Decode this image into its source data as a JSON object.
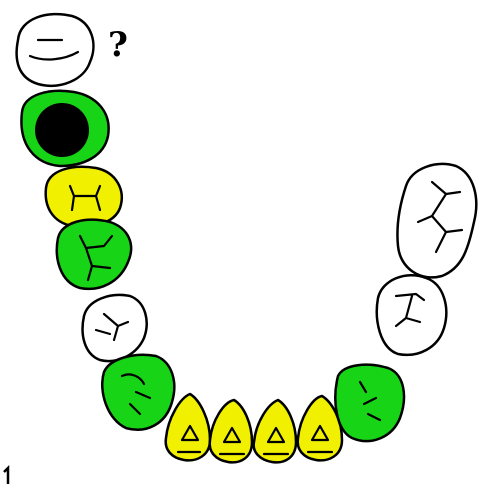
{
  "annotation": {
    "uncertain_mark": "?"
  },
  "colors": {
    "green": "#17d417",
    "yellow": "#f0f000",
    "white": "#ffffff",
    "outline": "#000000",
    "filling": "#000000"
  },
  "teeth": [
    {
      "id": "upper-left-molar-top",
      "status": "white"
    },
    {
      "id": "left-molar-with-filling",
      "status": "green"
    },
    {
      "id": "left-premolar-1",
      "status": "yellow"
    },
    {
      "id": "left-premolar-2",
      "status": "green"
    },
    {
      "id": "left-canine",
      "status": "white"
    },
    {
      "id": "left-lateral",
      "status": "green"
    },
    {
      "id": "incisor-1",
      "status": "yellow"
    },
    {
      "id": "incisor-2",
      "status": "yellow"
    },
    {
      "id": "incisor-3",
      "status": "yellow"
    },
    {
      "id": "incisor-4",
      "status": "yellow"
    },
    {
      "id": "right-lateral",
      "status": "green"
    },
    {
      "id": "right-premolar",
      "status": "white"
    },
    {
      "id": "right-molar",
      "status": "white"
    }
  ]
}
